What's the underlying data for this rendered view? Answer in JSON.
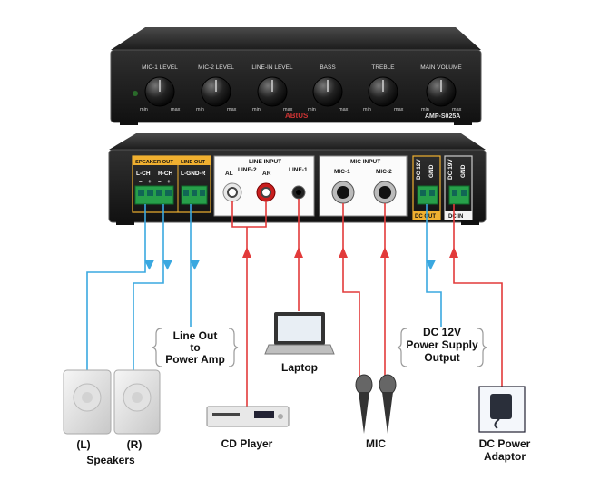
{
  "front_panel": {
    "knobs": [
      {
        "label": "MIC-1 LEVEL",
        "min": "min",
        "max": "max"
      },
      {
        "label": "MIC-2 LEVEL",
        "min": "min",
        "max": "max"
      },
      {
        "label": "LINE-IN LEVEL",
        "min": "min",
        "max": "max"
      },
      {
        "label": "BASS",
        "min": "min",
        "max": "max"
      },
      {
        "label": "TREBLE",
        "min": "min",
        "max": "max"
      },
      {
        "label": "MAIN VOLUME",
        "min": "min",
        "max": "max"
      }
    ],
    "brand": "ABtUS",
    "model": "AMP-S025A"
  },
  "rear_panel": {
    "speaker_out": "SPEAKER OUT",
    "line_out": "LINE OUT",
    "l_ch": "L-CH",
    "r_ch": "R-CH",
    "polarity": [
      "–",
      "+",
      "–",
      "+"
    ],
    "lgr": "L-GND-R",
    "line_input": "LINE INPUT",
    "al": "AL",
    "line2": "LINE-2",
    "ar": "AR",
    "line1": "LINE-1",
    "mic_input": "MIC INPUT",
    "mic1": "MIC-1",
    "mic2": "MIC-2",
    "dc12v": "DC 12V",
    "gnd_out": "GND",
    "dc_out": "DC OUT",
    "dc19v": "DC 19V",
    "gnd_in": "GND",
    "dc_in": "DC IN"
  },
  "devices": {
    "line_out_note": [
      "Line Out",
      "to",
      "Power Amp"
    ],
    "laptop": "Laptop",
    "dc_supply_note": [
      "DC 12V",
      "Power Supply",
      "Output"
    ],
    "speaker_l": "(L)",
    "speaker_r": "(R)",
    "speakers": "Speakers",
    "cd_player": "CD Player",
    "mic": "MIC",
    "dc_adaptor": [
      "DC Power",
      "Adaptor"
    ]
  },
  "colors": {
    "out_wire": "#3aa8e0",
    "in_wire": "#e23a3a",
    "panel": "#2a2a2a",
    "section_box": "#f0b030",
    "terminal": "#27a04a"
  }
}
